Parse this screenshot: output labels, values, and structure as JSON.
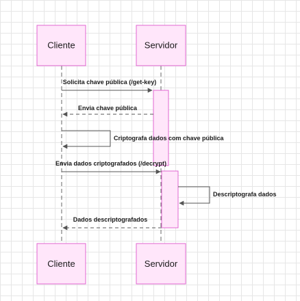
{
  "participants": {
    "client": "Cliente",
    "server": "Servidor"
  },
  "messages": [
    "Solicita chave pública (/get-key)",
    "Envia chave pública",
    "Criptografa dados com chave pública",
    "Envia dados criptografados (/decrypt)",
    "Descriptografa dados",
    "Dados descriptografados"
  ],
  "colors": {
    "actor_fill": "#ffe6fa",
    "actor_stroke": "#e066d0",
    "line": "#555555"
  }
}
